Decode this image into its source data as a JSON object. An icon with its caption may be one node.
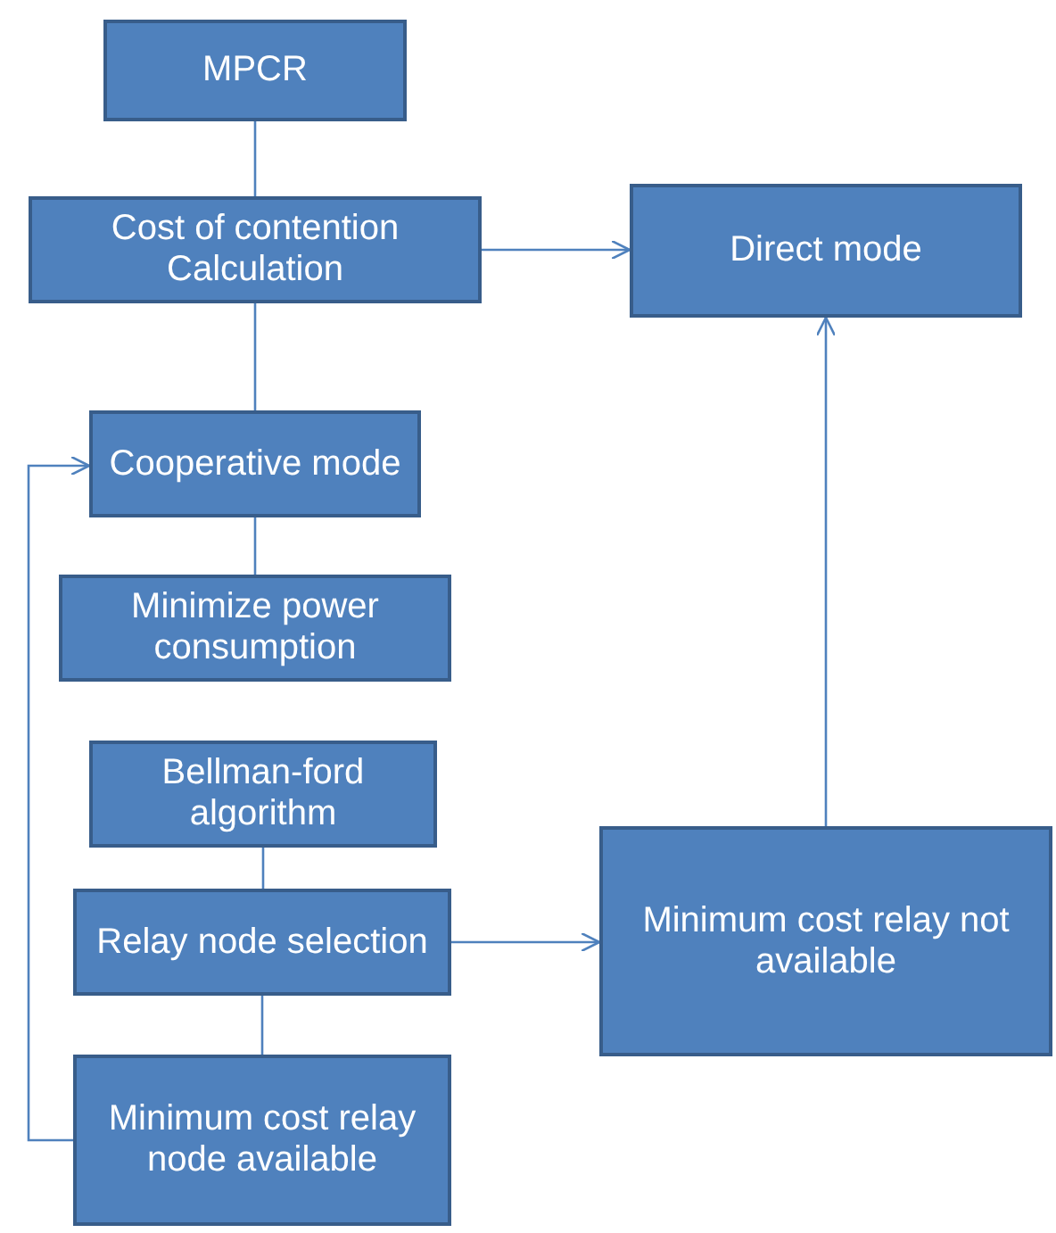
{
  "diagram": {
    "nodes": [
      {
        "text": [
          "MPCR"
        ]
      },
      {
        "text": [
          "Cost of contention Calculation"
        ]
      },
      {
        "text": [
          "Direct mode"
        ]
      },
      {
        "text": [
          "Cooperative mode"
        ]
      },
      {
        "text": [
          "Minimize power consumption"
        ]
      },
      {
        "text": [
          "Bellman-ford algorithm"
        ]
      },
      {
        "text": [
          "Relay node selection"
        ]
      },
      {
        "text": [
          "Minimum cost relay node available"
        ]
      },
      {
        "text": [
          "Minimum cost relay not available"
        ]
      }
    ],
    "edges": [
      {
        "from": 0,
        "to": 1,
        "arrow": "none"
      },
      {
        "from": 1,
        "to": 2,
        "arrow": "to"
      },
      {
        "from": 1,
        "to": 3,
        "arrow": "none"
      },
      {
        "from": 3,
        "to": 4,
        "arrow": "none"
      },
      {
        "from": 5,
        "to": 6,
        "arrow": "none"
      },
      {
        "from": 6,
        "to": 8,
        "arrow": "to"
      },
      {
        "from": 6,
        "to": 7,
        "arrow": "none"
      },
      {
        "from": 8,
        "to": 2,
        "arrow": "to"
      },
      {
        "from": 7,
        "to": 3,
        "arrow": "to"
      }
    ]
  }
}
